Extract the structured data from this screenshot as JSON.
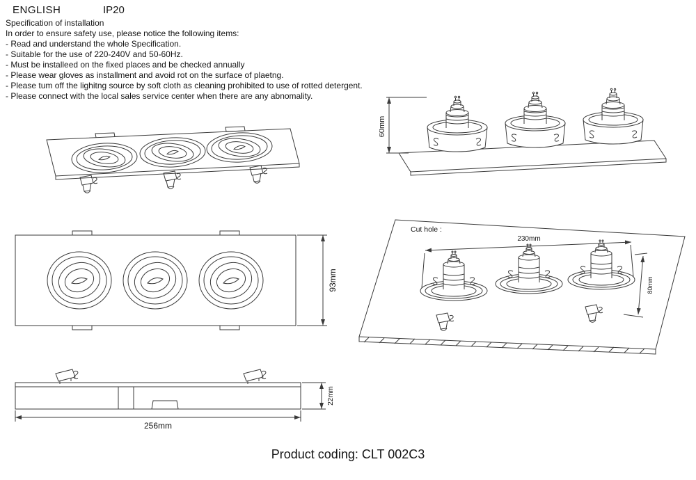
{
  "header": {
    "language": "ENGLISH",
    "ip_rating": "IP20"
  },
  "spec": {
    "title": "Specification of installation",
    "intro": "In order to ensure safety use, please notice the following items:",
    "items": [
      "- Read and understand the whole Specification.",
      "- Suitable for the use of 220-240V and 50-60Hz.",
      "- Must be installeed on the fixed places and be checked annually",
      "- Please wear gloves as installment and avoid rot on the surface of plaetng.",
      "- Please tum off the lighitng source by soft cloth as cleaning prohibited to use of rotted detergent.",
      "- Please connect with the local sales service center when there are any abnomality."
    ]
  },
  "diagrams": {
    "side_view": {
      "height_dim": "60mm"
    },
    "top_view": {
      "width_dim": "93mm"
    },
    "cut_hole": {
      "label": "Cut hole :",
      "length_dim": "230mm",
      "width_dim": "80mm"
    },
    "profile": {
      "length_dim": "256mm",
      "height_dim": "22mm"
    }
  },
  "footer": {
    "product_coding": "Product coding: CLT 002C3"
  }
}
